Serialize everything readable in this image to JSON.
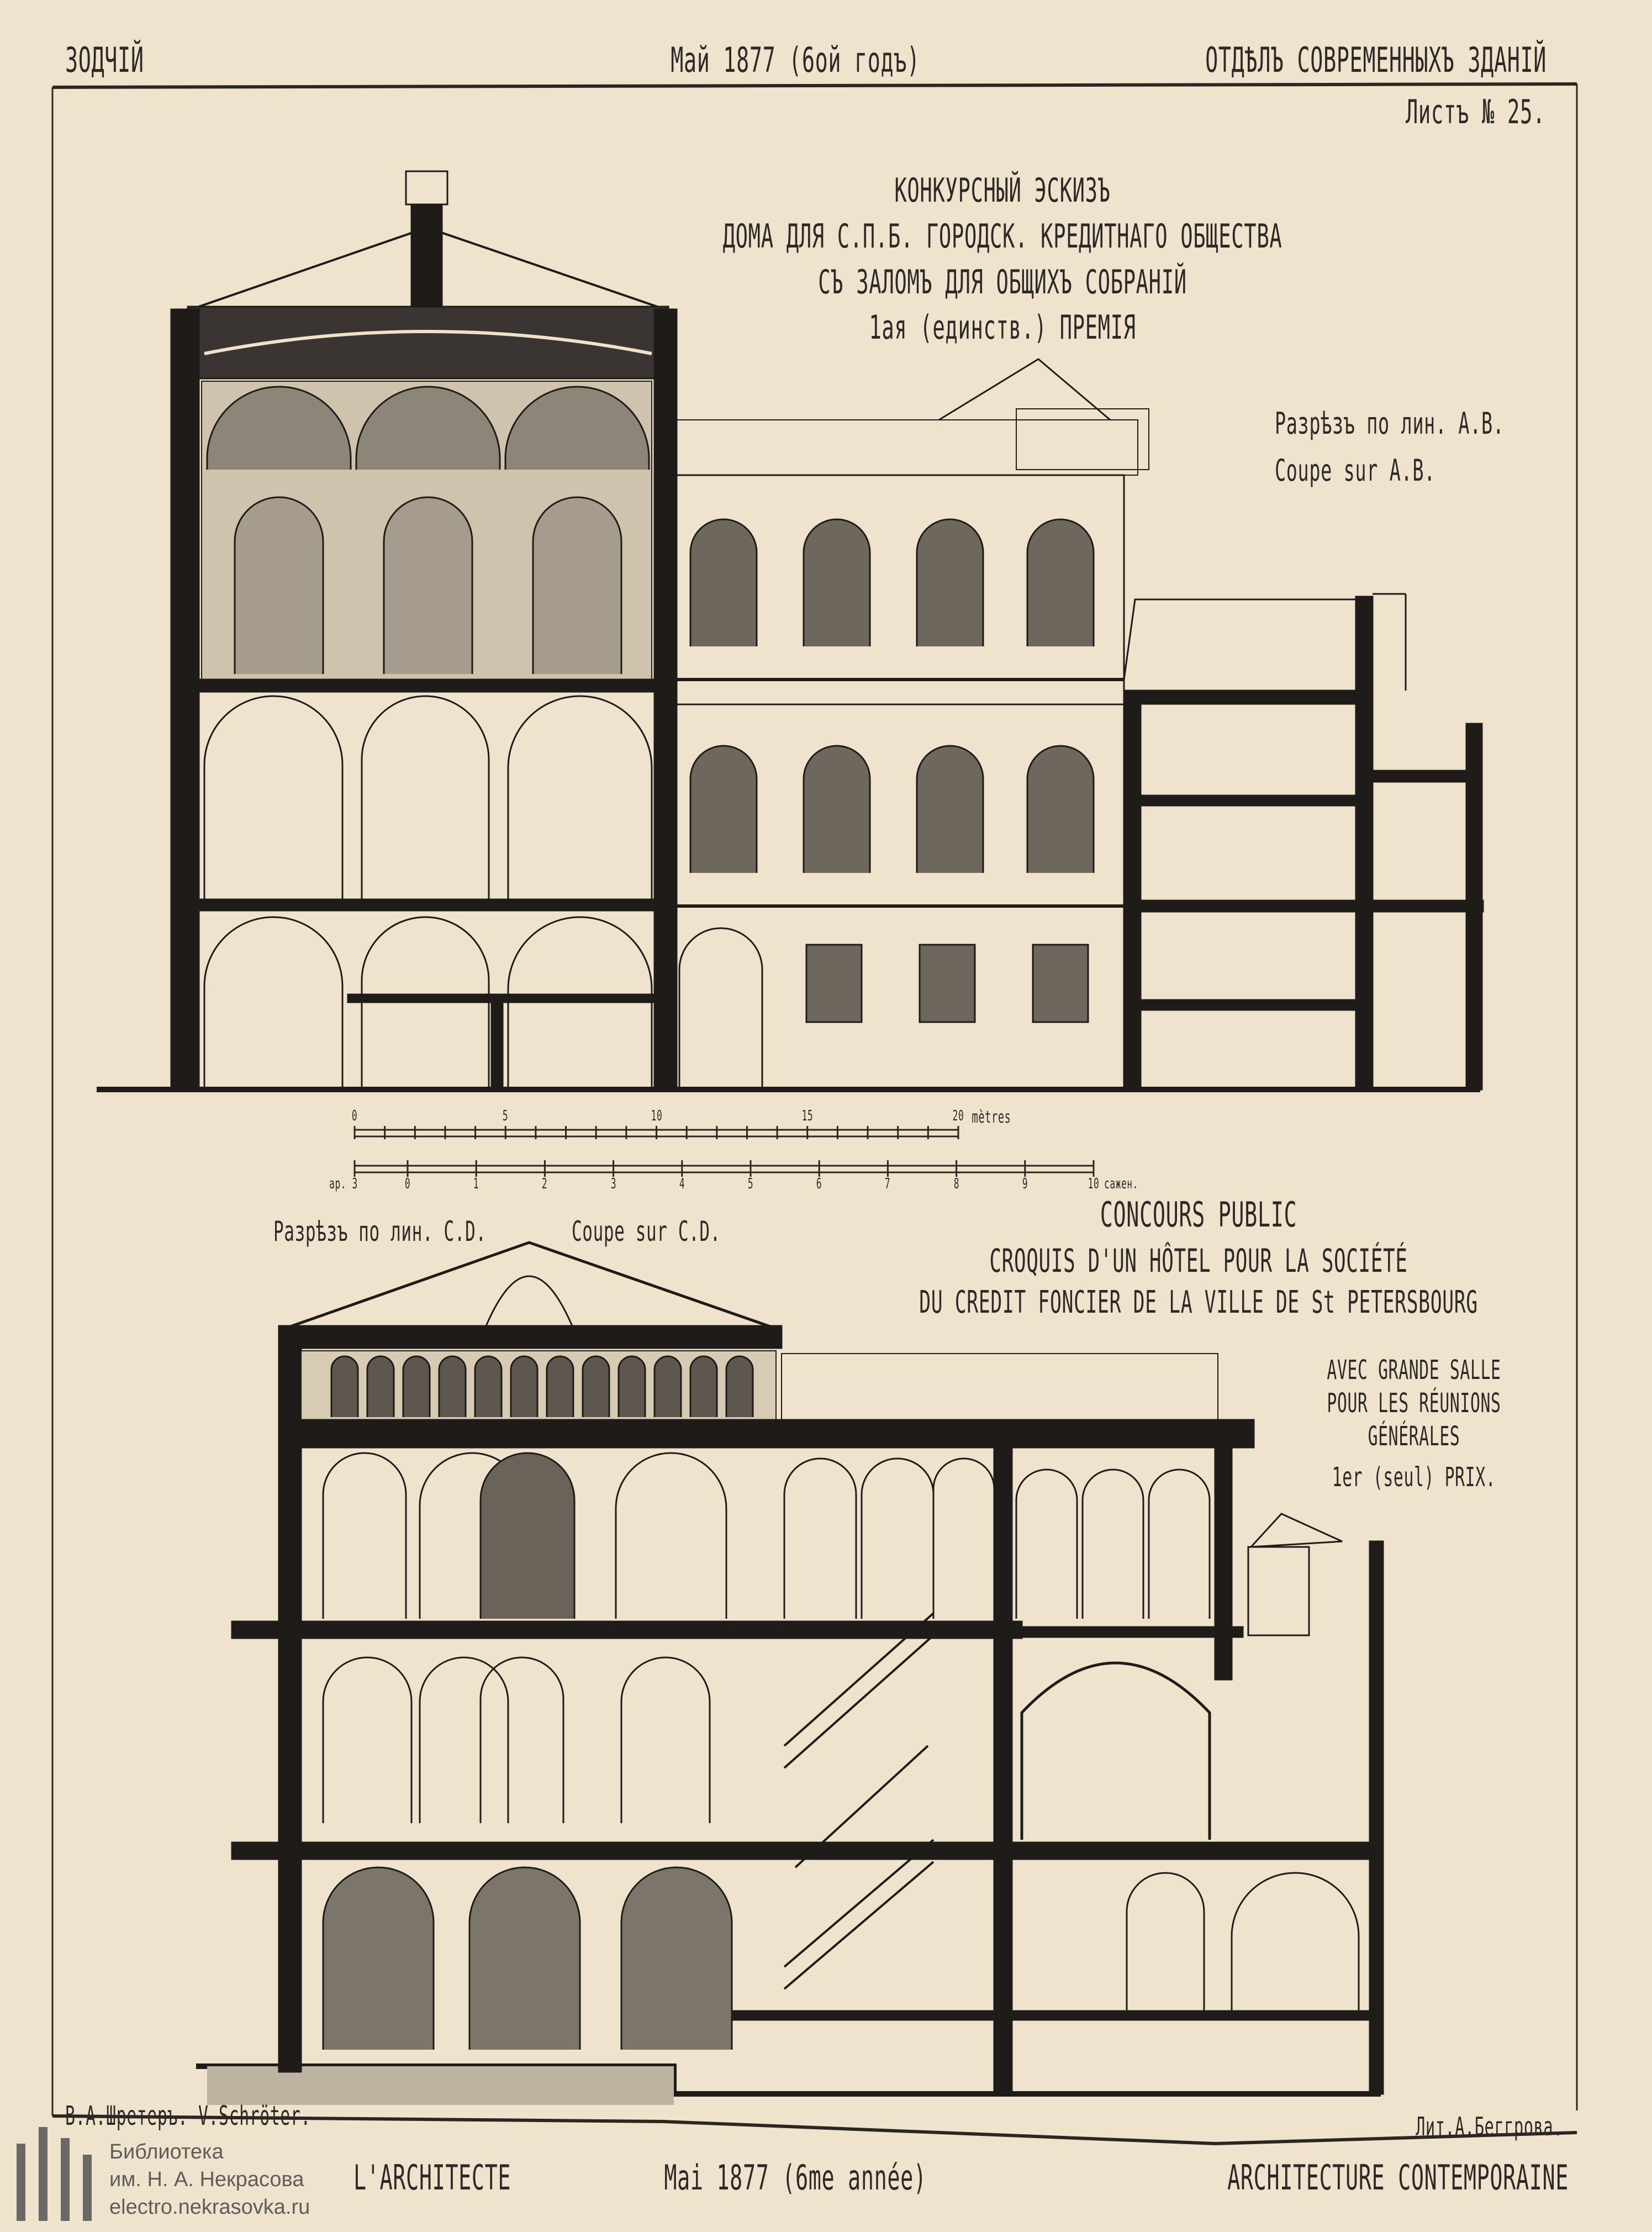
{
  "header": {
    "left": "ЗОДЧІЙ",
    "center": "Май 1877 (6ой годъ)",
    "right": "ОТДѢЛЪ СОВРЕМЕННЫХЪ ЗДАНІЙ",
    "sheet": "Листъ № 25."
  },
  "title_ru": {
    "line1": "КОНКУРСНЫЙ ЭСКИЗЪ",
    "line2": "ДОМА ДЛЯ С.П.Б. ГОРОДСК. КРЕДИТНАГО ОБЩЕСТВА",
    "line3": "СЪ ЗАЛОМЪ ДЛЯ ОБЩИХЪ СОБРАНІЙ",
    "line4": "1ая (единств.) ПРЕМІЯ"
  },
  "section_ab": {
    "ru": "Разрѣзъ по лин. А.В.",
    "fr": "Coupe sur A.B."
  },
  "scales": {
    "metres_labels": [
      "0",
      "5",
      "10",
      "15",
      "20"
    ],
    "metres_unit": "mètres",
    "sazhen_labels": [
      "ap. 3",
      "0",
      "1",
      "2",
      "3",
      "4",
      "5",
      "6",
      "7",
      "8",
      "9",
      "10"
    ],
    "sazhen_unit": "сажен."
  },
  "section_cd": {
    "ru": "Разрѣзъ по лин. C.D.",
    "fr": "Coupe sur C.D."
  },
  "title_fr": {
    "line1": "CONCOURS PUBLIC",
    "line2": "CROQUIS D'UN HÔTEL POUR LA SOCIÉTÉ",
    "line3": "DU CREDIT FONCIER DE LA VILLE DE St PETERSBOURG",
    "line4": "AVEC GRANDE SALLE",
    "line5": "POUR LES RÉUNIONS",
    "line6": "GÉNÉRALES",
    "line7": "1er (seul) PRIX."
  },
  "credits": {
    "architect": "В.А.Шретеръ. V.Schröter.",
    "lithographer": "Лит.А.Беггрова."
  },
  "footer": {
    "left": "L'ARCHITECTE",
    "center": "Mai 1877 (6me année)",
    "right": "ARCHITECTURE CONTEMPORAINE"
  },
  "watermark": {
    "line1": "Библиотека",
    "line2": "им. Н. А. Некрасова",
    "line3": "electro.nekrasovka.ru"
  },
  "colors": {
    "paper": "#efe3cd",
    "ink": "#1e1b19"
  }
}
